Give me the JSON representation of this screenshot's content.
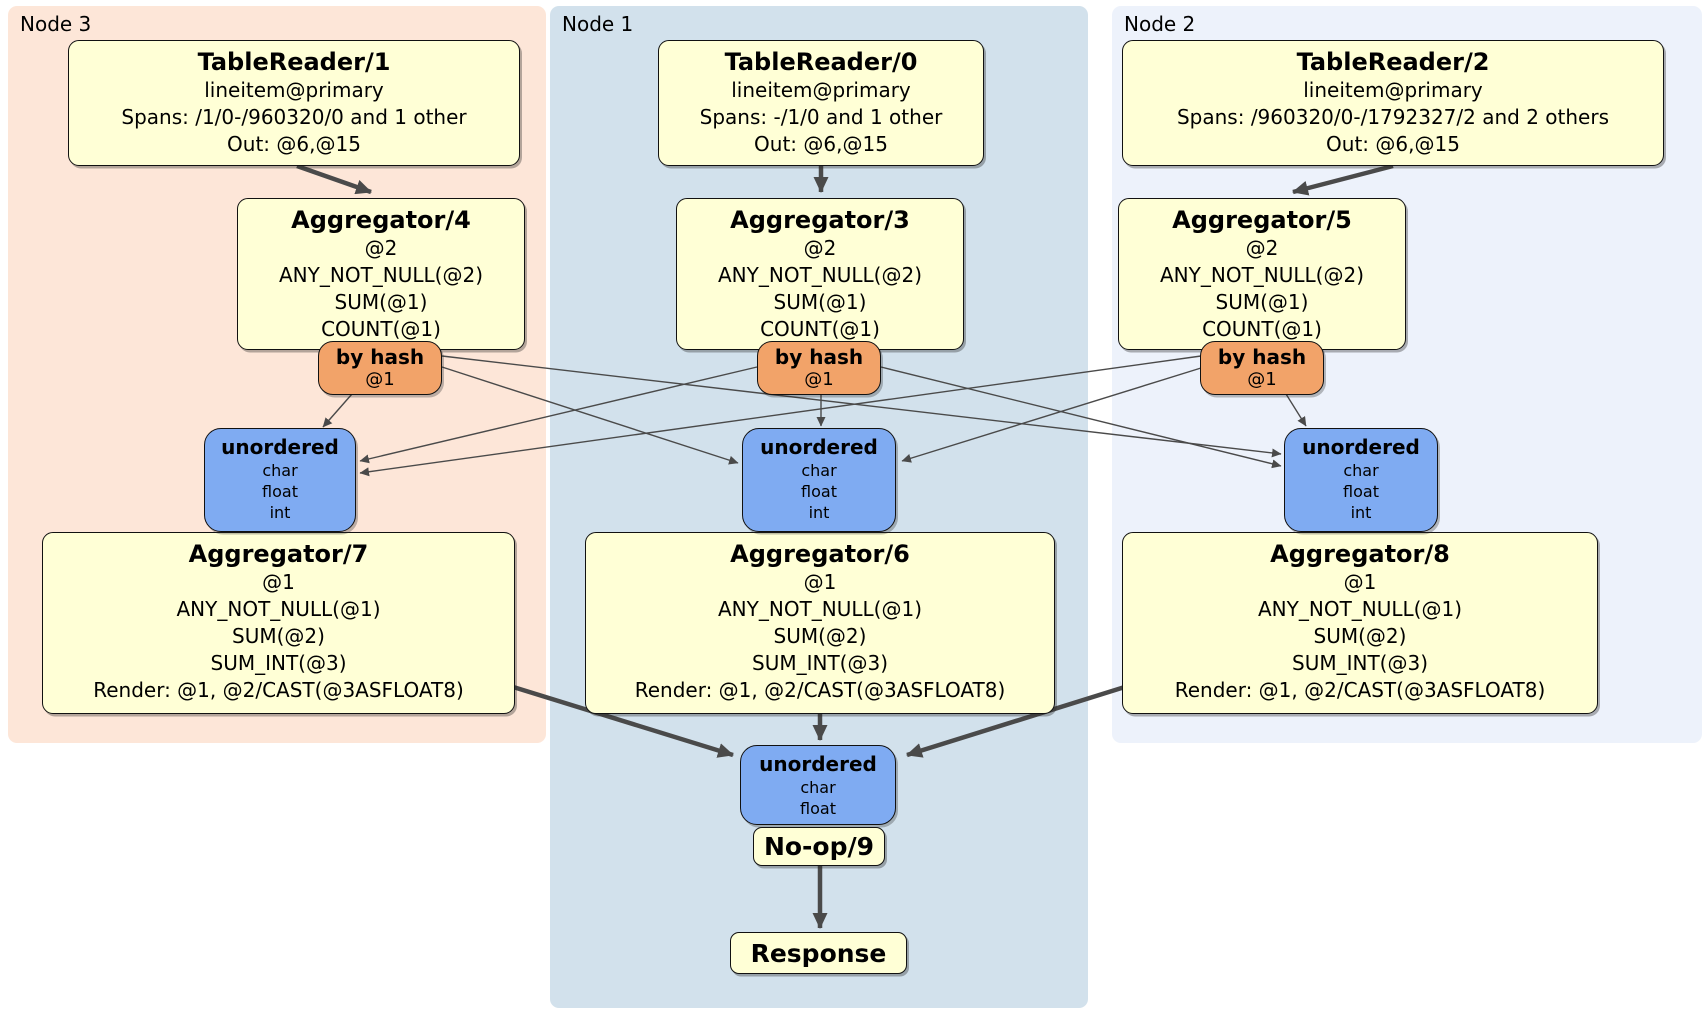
{
  "regions": [
    {
      "label": "Node 3"
    },
    {
      "label": "Node 1"
    },
    {
      "label": "Node 2"
    }
  ],
  "processors": {
    "tr1": {
      "title": "TableReader/1",
      "lines": [
        "lineitem@primary",
        "Spans: /1/0-/960320/0 and 1 other",
        "Out: @6,@15"
      ]
    },
    "tr0": {
      "title": "TableReader/0",
      "lines": [
        "lineitem@primary",
        "Spans: -/1/0 and 1 other",
        "Out: @6,@15"
      ]
    },
    "tr2": {
      "title": "TableReader/2",
      "lines": [
        "lineitem@primary",
        "Spans: /960320/0-/1792327/2 and 2 others",
        "Out: @6,@15"
      ]
    },
    "agg4": {
      "title": "Aggregator/4",
      "lines": [
        "@2",
        "ANY_NOT_NULL(@2)",
        "SUM(@1)",
        "COUNT(@1)"
      ]
    },
    "agg3": {
      "title": "Aggregator/3",
      "lines": [
        "@2",
        "ANY_NOT_NULL(@2)",
        "SUM(@1)",
        "COUNT(@1)"
      ]
    },
    "agg5": {
      "title": "Aggregator/5",
      "lines": [
        "@2",
        "ANY_NOT_NULL(@2)",
        "SUM(@1)",
        "COUNT(@1)"
      ]
    },
    "agg7": {
      "title": "Aggregator/7",
      "lines": [
        "@1",
        "ANY_NOT_NULL(@1)",
        "SUM(@2)",
        "SUM_INT(@3)",
        "Render: @1, @2/CAST(@3ASFLOAT8)"
      ]
    },
    "agg6": {
      "title": "Aggregator/6",
      "lines": [
        "@1",
        "ANY_NOT_NULL(@1)",
        "SUM(@2)",
        "SUM_INT(@3)",
        "Render: @1, @2/CAST(@3ASFLOAT8)"
      ]
    },
    "agg8": {
      "title": "Aggregator/8",
      "lines": [
        "@1",
        "ANY_NOT_NULL(@1)",
        "SUM(@2)",
        "SUM_INT(@3)",
        "Render: @1, @2/CAST(@3ASFLOAT8)"
      ]
    },
    "noop": {
      "title": "No-op/9"
    },
    "response": {
      "title": "Response"
    }
  },
  "routers": {
    "hash3": {
      "title": "by hash",
      "key": "@1"
    },
    "hash1": {
      "title": "by hash",
      "key": "@1"
    },
    "hash2": {
      "title": "by hash",
      "key": "@1"
    }
  },
  "syncs": {
    "un3": {
      "title": "unordered",
      "types": [
        "char",
        "float",
        "int"
      ]
    },
    "un1": {
      "title": "unordered",
      "types": [
        "char",
        "float",
        "int"
      ]
    },
    "un2": {
      "title": "unordered",
      "types": [
        "char",
        "float",
        "int"
      ]
    },
    "unFinal": {
      "title": "unordered",
      "types": [
        "char",
        "float"
      ]
    }
  },
  "colors": {
    "node3_bg": "#fde6d8",
    "node1_bg": "#d2e1ec",
    "node2_bg": "#edf2fb",
    "processor_fill": "#ffffd6",
    "router_fill": "#f2a369",
    "sync_fill": "#7fabf2",
    "edge": "#4a4a4a",
    "border": "#111111"
  }
}
